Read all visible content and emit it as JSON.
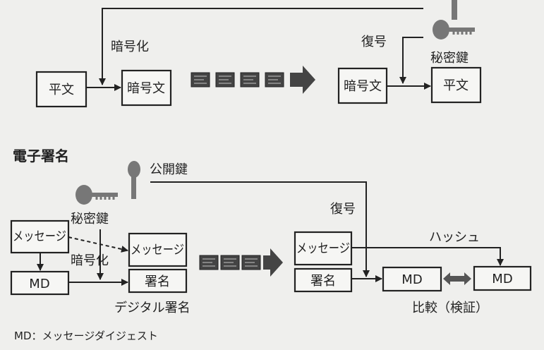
{
  "encryption": {
    "plaintext": "平文",
    "ciphertext": "暗号文",
    "encrypt": "暗号化",
    "decrypt": "復号",
    "private_key": "秘密鍵",
    "ciphertext_received": "暗号文",
    "plaintext_result": "平文"
  },
  "signature": {
    "title": "電子署名",
    "public_key": "公開鍵",
    "private_key": "秘密鍵",
    "message": "メッセージ",
    "md": "MD",
    "encrypt": "暗号化",
    "message_sent": "メッセージ",
    "sign": "署名",
    "digital_signature": "デジタル署名",
    "decrypt": "復号",
    "message_received": "メッセージ",
    "sign_received": "署名",
    "md_decrypted": "MD",
    "hash": "ハッシュ",
    "md_hashed": "MD",
    "compare": "比較（検証）",
    "footnote": "MD：メッセージダイジェスト"
  },
  "colors": {
    "ink": "#222222",
    "paper": "#efefed",
    "transfer": "#555555"
  }
}
